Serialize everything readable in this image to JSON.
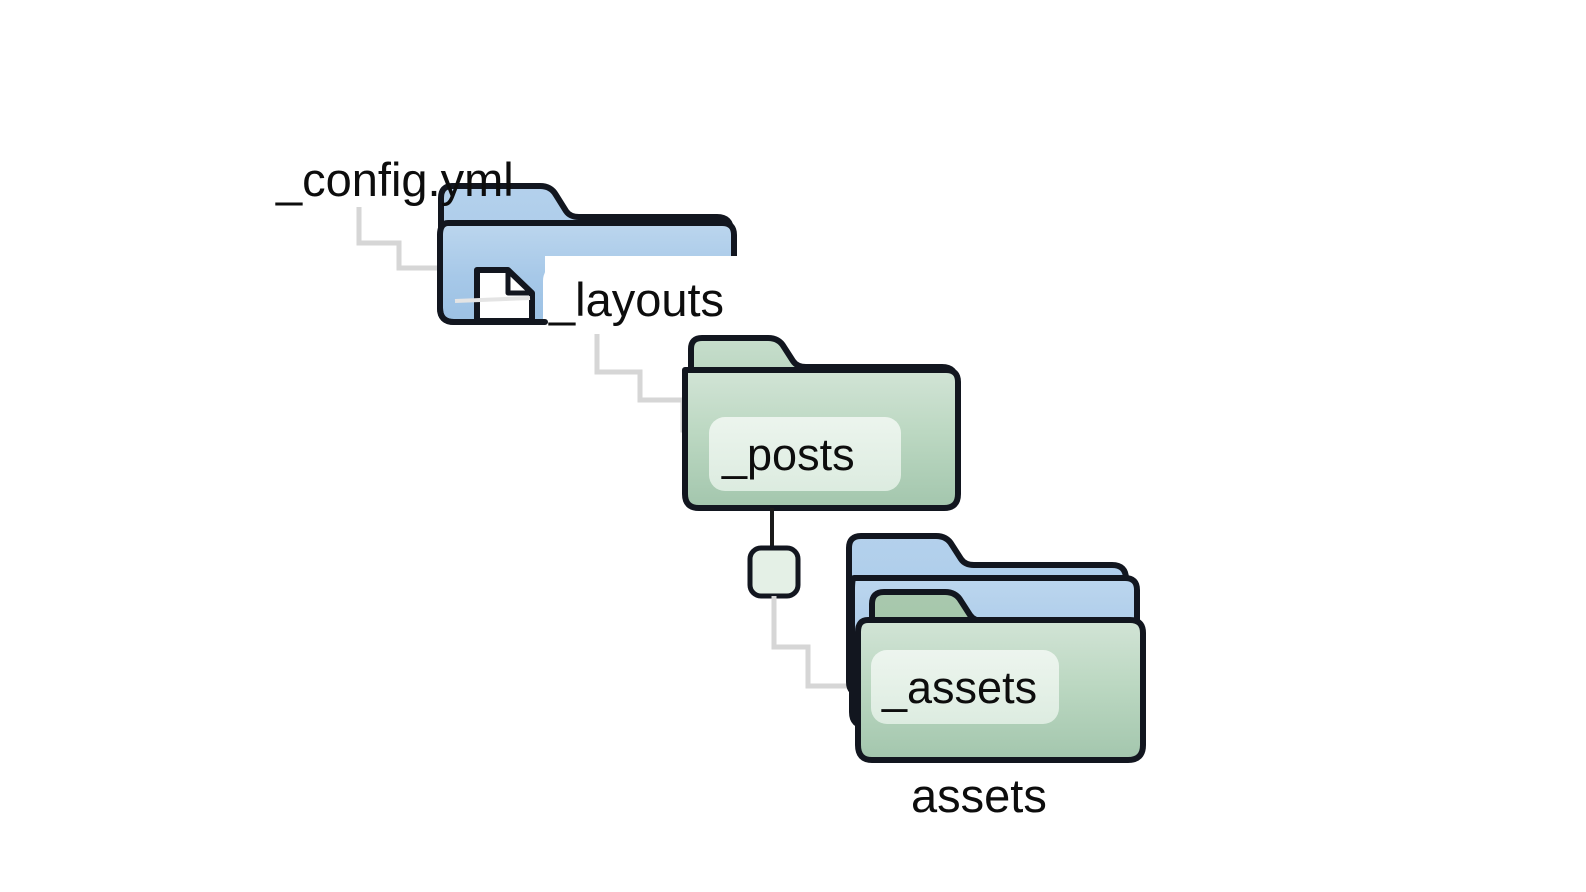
{
  "diagram": {
    "type": "folder-tree",
    "background_color": "#ffffff",
    "title": "",
    "palette": {
      "folder_blue_light": "#bcd6ee",
      "folder_blue": "#a6c8e8",
      "folder_blue_dark": "#96bde2",
      "folder_green_light": "#cfe2d3",
      "folder_green": "#b6d3bd",
      "folder_green_dark": "#a2c6ad",
      "outline": "#12161f",
      "connector_gray": "#d4d4d4",
      "connector_dark": "#1a1a1a",
      "label_chip": "#eef6ef",
      "text": "#0d0d0d"
    },
    "nodes": [
      {
        "id": "config-yml",
        "label": "_config.yml",
        "kind": "file",
        "icon": "document-icon",
        "label_position": "outside-above",
        "color": "white"
      },
      {
        "id": "layouts",
        "label": "_layouts",
        "kind": "folder-stack",
        "icon": "folder-icon",
        "label_position": "outside-right",
        "color": "blue",
        "stack_count": 2
      },
      {
        "id": "posts",
        "label": "_posts",
        "kind": "folder",
        "icon": "folder-icon",
        "label_position": "inside-chip",
        "color": "green",
        "stack_count": 1
      },
      {
        "id": "assets-stack",
        "label": "_assets",
        "kind": "folder-stack",
        "icon": "folder-icon",
        "label_position": "inside-chip",
        "color": "green-over-blue",
        "stack_count": 3,
        "caption": "assets"
      }
    ],
    "edges": [
      {
        "id": "edge-config-to-layouts",
        "from": "config-yml",
        "to": "layouts",
        "style": "stair-gray"
      },
      {
        "id": "edge-layouts-to-posts",
        "from": "layouts",
        "to": "posts",
        "style": "stair-gray"
      },
      {
        "id": "edge-posts-to-junction",
        "from": "posts",
        "to": "junction-node",
        "style": "straight-dark"
      },
      {
        "id": "edge-junction-to-assets",
        "from": "junction-node",
        "to": "assets-stack",
        "style": "stair-gray"
      }
    ],
    "junction": {
      "id": "junction-node",
      "shape": "rounded-square",
      "fill": "#e2efe4"
    },
    "labels": {
      "config_yml": "_config.yml",
      "layouts": "_layouts",
      "posts": "_posts",
      "assets_inner": "_assets",
      "assets_caption": "assets"
    }
  }
}
